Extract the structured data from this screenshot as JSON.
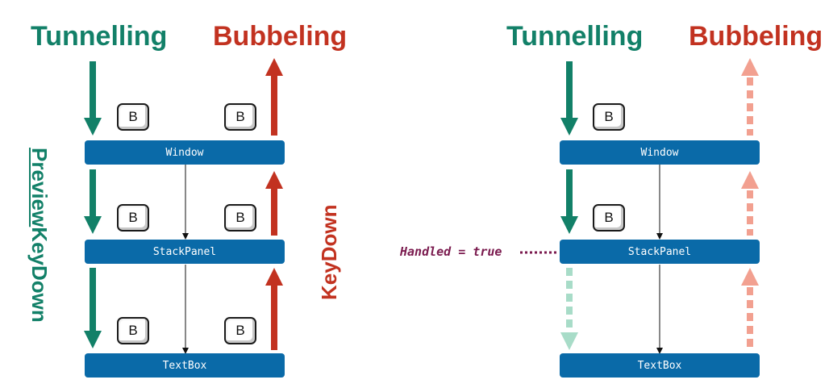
{
  "colors": {
    "tunnel": "#128068",
    "bubble": "#c23220",
    "tunnel_faded": "#a8dcc8",
    "bubble_faded": "#f2a090",
    "box": "#0a6aa8",
    "handled": "#7a1a4e"
  },
  "left": {
    "tunnel_heading": "Tunnelling",
    "bubble_heading": "Bubbeling",
    "preview_label_prefix": "Preview",
    "preview_label_suffix": "KeyDown",
    "keydown_label": "KeyDown",
    "elements": [
      "Window",
      "StackPanel",
      "TextBox"
    ],
    "key_label": "B"
  },
  "right": {
    "tunnel_heading": "Tunnelling",
    "bubble_heading": "Bubbeling",
    "elements": [
      "Window",
      "StackPanel",
      "TextBox"
    ],
    "key_label": "B",
    "handled_label": "Handled = true"
  }
}
